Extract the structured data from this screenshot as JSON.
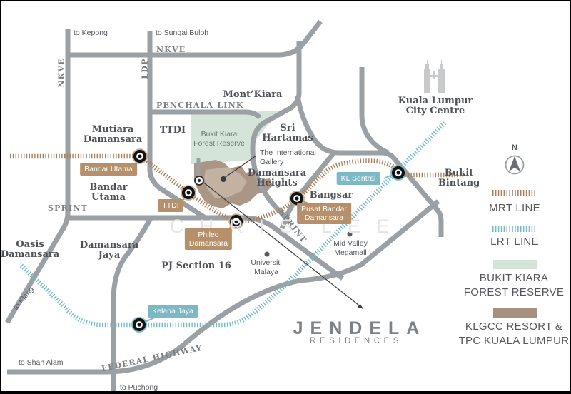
{
  "title": "Jendela Residences location map",
  "brand": {
    "name": "JENDELA",
    "subtitle": "RESIDENCES"
  },
  "compass": {
    "label": "N"
  },
  "watermark": {
    "first": "CHRIS",
    "last": "LEE"
  },
  "colors": {
    "road": "#9ba0a4",
    "mrt_line": "#a87f5b",
    "lrt_line": "#74b9c8",
    "forest_reserve": "#d5e4d8",
    "klgcc_area": "#a8907e",
    "badge_brown": "#b5906a",
    "badge_teal": "#7cb9c6"
  },
  "map": {
    "directions": {
      "kepong": "to Kepong",
      "sungai_buloh": "to Sungai Buloh",
      "klang": "to Klang",
      "shah_alam": "to Shah Alam",
      "puchong": "to Puchong"
    },
    "roads": {
      "nkve_v": "NKVE",
      "nkve_h": "NKVE",
      "ldp": "LDP",
      "penchala_link": "PENCHALA LINK",
      "sprint_w": "SPRINT",
      "sprint_e": "SPRINT",
      "federal_highway": "FEDERAL HIGHWAY"
    },
    "areas": {
      "mutiara_damansara": [
        "Mutiara",
        "Damansara"
      ],
      "ttdi": [
        "TTDI"
      ],
      "mont_kiara": [
        "Mont’Kiara"
      ],
      "sri_hartamas": [
        "Sri",
        "Hartamas"
      ],
      "damansara_heights": [
        "Damansara",
        "Heights"
      ],
      "bangsar": [
        "Bangsar"
      ],
      "bukit_bintang": [
        "Bukit",
        "Bintang"
      ],
      "klcc": [
        "Kuala Lumpur",
        "City Centre"
      ],
      "bandar_utama": [
        "Bandar",
        "Utama"
      ],
      "oasis_damansara": [
        "Oasis",
        "Damansara"
      ],
      "damansara_jaya": [
        "Damansara",
        "Jaya"
      ],
      "pj_section_16": [
        "PJ Section 16"
      ]
    },
    "pois": {
      "forest": [
        "Bukit Kiara",
        "Forest Reserve"
      ],
      "gallery": [
        "The International",
        "Gallery"
      ],
      "universiti_malaya": [
        "Universiti",
        "Malaya"
      ],
      "mid_valley": [
        "Mid Valley",
        "Megamall"
      ]
    },
    "stations": {
      "bandar_utama": "Bandar Utama",
      "ttdi": "TTDI",
      "phileo_damansara": [
        "Phileo",
        "Damansara"
      ],
      "pusat_bandar_damansara": [
        "Pusat Bandar",
        "Damansara"
      ],
      "kl_sentral": "KL Sentral",
      "kelana_jaya": "Kelana Jaya"
    }
  },
  "legend": {
    "mrt": "MRT LINE",
    "lrt": "LRT LINE",
    "forest": [
      "BUKIT KIARA",
      "FOREST RESERVE"
    ],
    "klgcc": [
      "KLGCC RESORT &",
      "TPC KUALA LUMPUR"
    ]
  }
}
